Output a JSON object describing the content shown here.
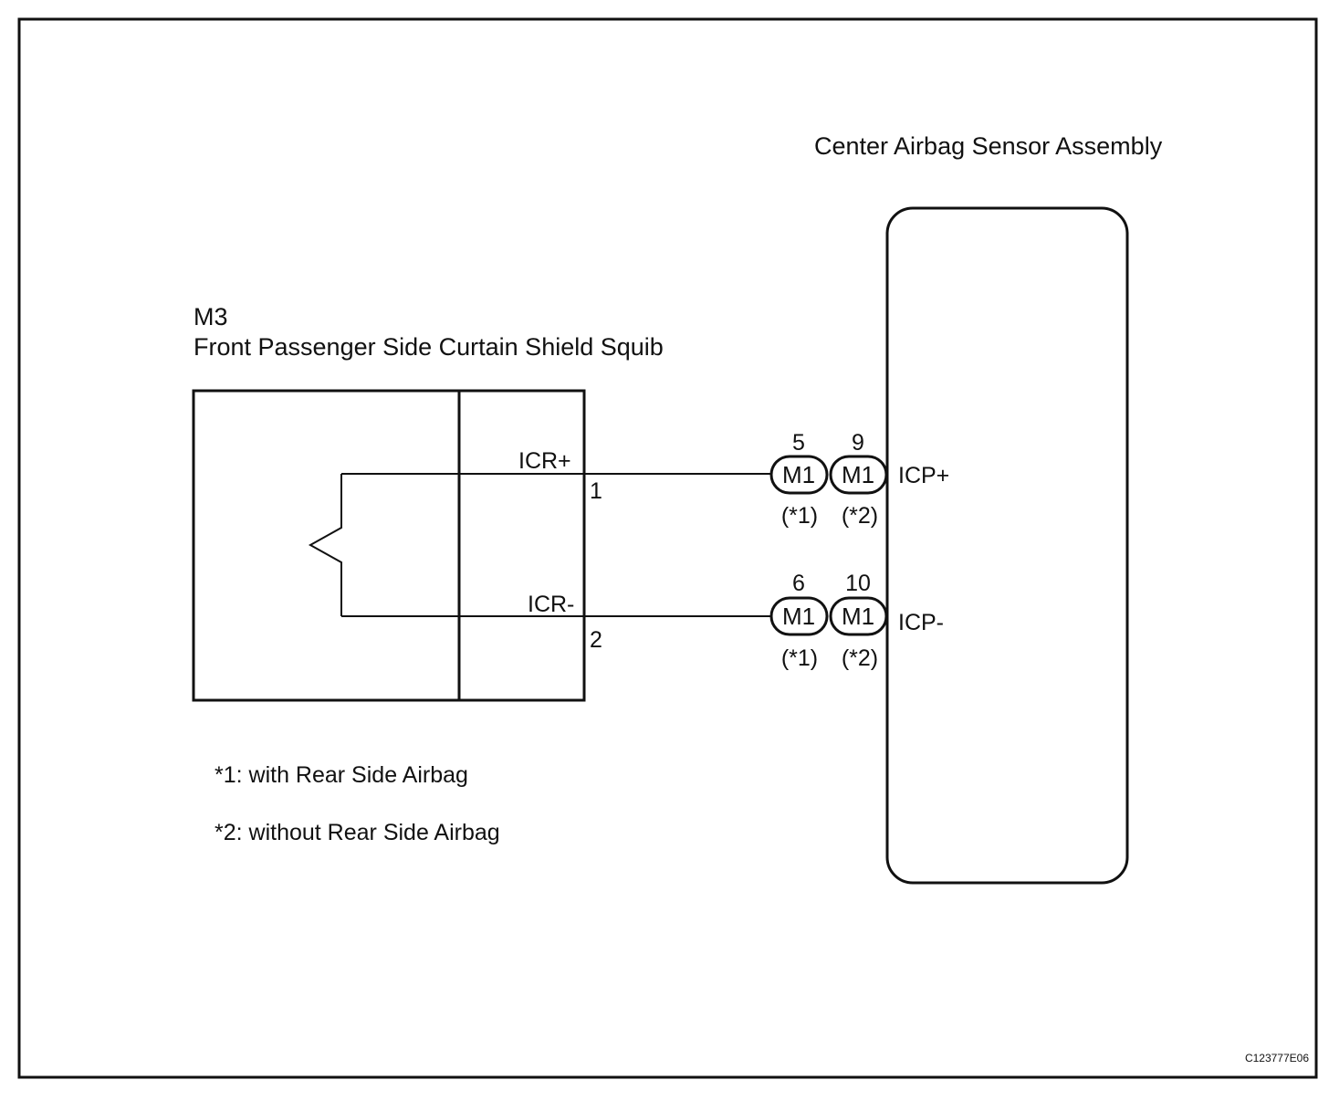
{
  "diagram": {
    "ecu": {
      "title": "Center Airbag Sensor Assembly",
      "pin_plus_label": "ICP+",
      "pin_minus_label": "ICP-"
    },
    "squib": {
      "code": "M3",
      "name": "Front Passenger Side Curtain Shield Squib",
      "pin_plus_label": "ICR+",
      "pin_minus_label": "ICR-",
      "pin_plus_number": "1",
      "pin_minus_number": "2"
    },
    "connectors": {
      "plus_a": {
        "pin": "5",
        "code": "M1",
        "note": "(*1)"
      },
      "plus_b": {
        "pin": "9",
        "code": "M1",
        "note": "(*2)"
      },
      "minus_a": {
        "pin": "6",
        "code": "M1",
        "note": "(*1)"
      },
      "minus_b": {
        "pin": "10",
        "code": "M1",
        "note": "(*2)"
      }
    },
    "notes": {
      "note1": "*1: with Rear Side Airbag",
      "note2": "*2: without Rear Side Airbag"
    },
    "figure_id": "C123777E06"
  }
}
